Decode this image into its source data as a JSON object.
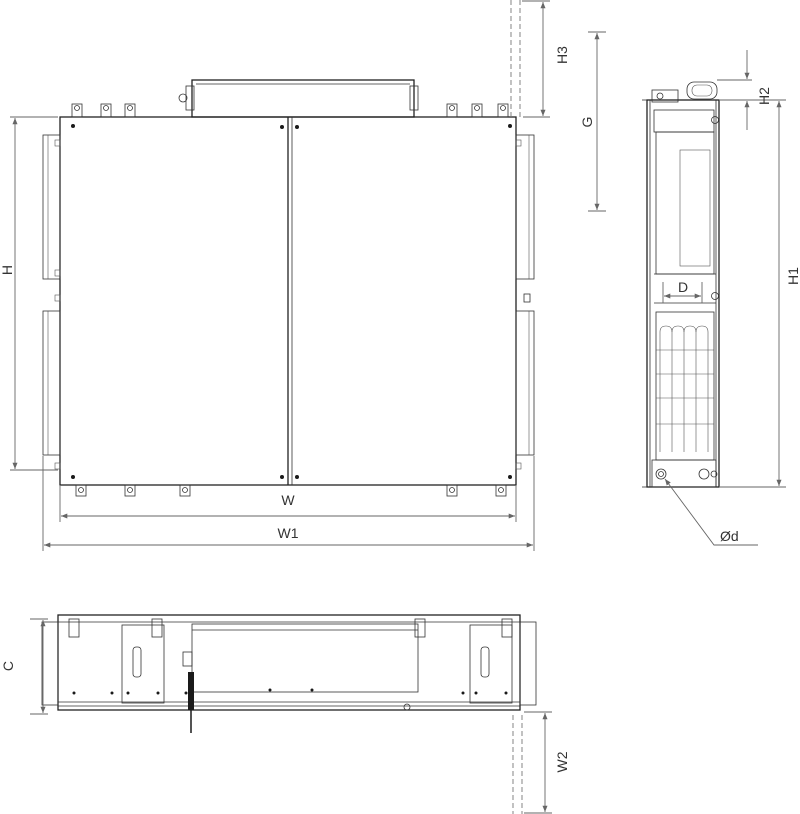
{
  "dimensions": {
    "W": "W",
    "W1": "W1",
    "H": "H",
    "H1": "H1",
    "H2": "H2",
    "H3": "H3",
    "G": "G",
    "D": "D",
    "d": "Ød",
    "C": "C",
    "W2": "W2"
  },
  "colors": {
    "line": "#222222",
    "dimension": "#666666",
    "fill": "#ffffff"
  }
}
